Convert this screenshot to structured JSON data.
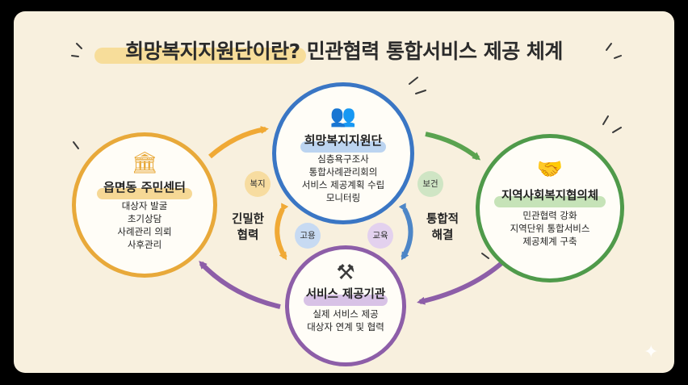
{
  "title": "희망복지지원단이란? 민관협력 통합서비스 제공 체계",
  "nodes": {
    "top": {
      "icon": "people-icon",
      "title": "희망복지지원단",
      "lines": [
        "심층욕구조사",
        "통합사례관리회의",
        "서비스 제공계획 수립",
        "모니터링"
      ],
      "color": "#3a76c4"
    },
    "left": {
      "icon": "building-icon",
      "title": "읍면동 주민센터",
      "lines": [
        "대상자 발굴",
        "초기상담",
        "사례관리 의뢰",
        "사후관리"
      ],
      "color": "#e8a93a"
    },
    "right": {
      "icon": "handshake-icon",
      "title": "지역사회복지협의체",
      "lines": [
        "민관협력 강화",
        "지역단위 통합서비스",
        "제공체계 구축"
      ],
      "color": "#4f9a4a"
    },
    "bottom": {
      "icon": "tools-icon",
      "title": "서비스 제공기관",
      "lines": [
        "실제 서비스 제공",
        "대상자 연계 및 협력"
      ],
      "color": "#8d5ea8"
    }
  },
  "tags": {
    "welfare": "복지",
    "health": "보건",
    "employment": "고용",
    "education": "교육"
  },
  "center_labels": {
    "left": [
      "긴밀한",
      "협력"
    ],
    "right": [
      "통합적",
      "해결"
    ]
  }
}
